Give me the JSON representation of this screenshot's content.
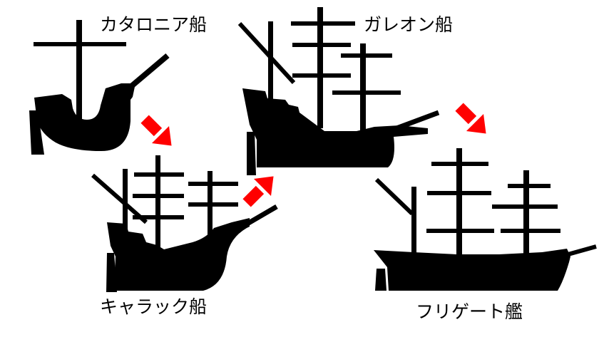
{
  "labels": {
    "carrack_catalan": "カタロニア船",
    "galleon": "ガレオン船",
    "carrack": "キャラック船",
    "frigate": "フリゲート艦"
  },
  "colors": {
    "ship": "#000000",
    "arrow": "#ff0000",
    "background": "#ffffff"
  },
  "arrows": [
    {
      "from": "catalan-ship",
      "to": "carrack-ship"
    },
    {
      "from": "carrack-ship",
      "to": "galleon-ship"
    },
    {
      "from": "galleon-ship",
      "to": "frigate-ship"
    }
  ]
}
